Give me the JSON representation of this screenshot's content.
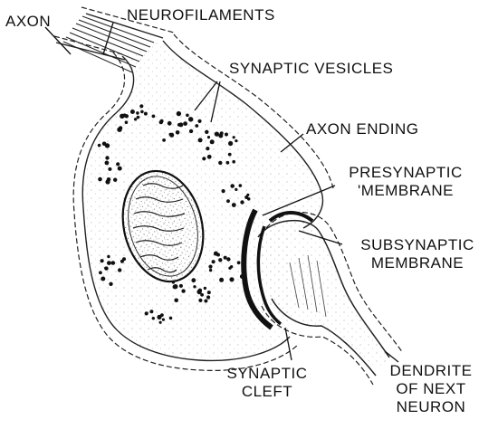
{
  "labels": {
    "axon": "AXON",
    "neurofilaments": "NEUROFILAMENTS",
    "synaptic_vesicles": "SYNAPTIC VESICLES",
    "axon_ending": "AXON ENDING",
    "presynaptic_membrane": [
      "PRESYNAPTIC",
      "'MEMBRANE"
    ],
    "subsynaptic_membrane": [
      "SUBSYNAPTIC",
      "MEMBRANE"
    ],
    "synaptic_cleft": [
      "SYNAPTIC",
      "CLEFT"
    ],
    "dendrite": [
      "DENDRITE",
      "OF NEXT",
      "NEURON"
    ]
  }
}
